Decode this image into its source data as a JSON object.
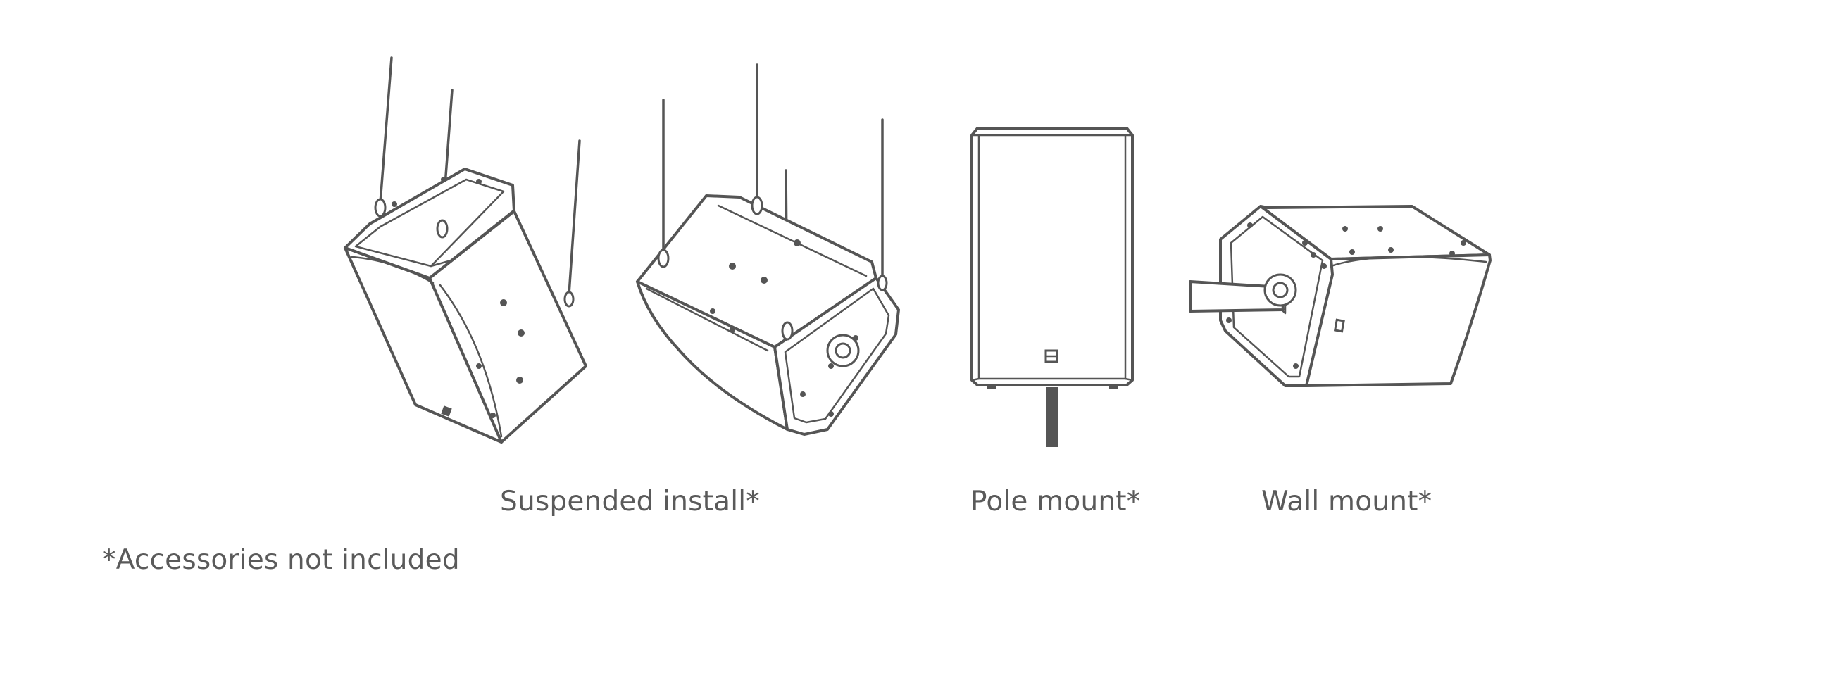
{
  "captions": {
    "suspended": "Suspended install*",
    "pole": "Pole mount*",
    "wall": "Wall mount*"
  },
  "footnote": "*Accessories not included",
  "colors": {
    "line": "#555555",
    "text": "#5a5a5a",
    "background": "#ffffff"
  }
}
